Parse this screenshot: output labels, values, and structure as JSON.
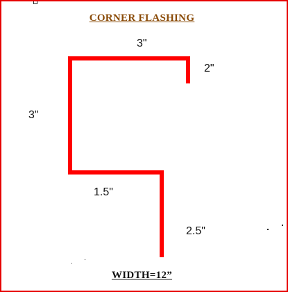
{
  "diagram": {
    "title": "CORNER  FLASHING",
    "footer": "WIDTH=12”",
    "line_color": "#ff0000",
    "title_color": "#8a4b08",
    "dimensions": {
      "top": "3\"",
      "right_drop": "2\"",
      "left": "3\"",
      "bottom_step": "1.5\"",
      "lower_drop": "2.5\""
    }
  }
}
